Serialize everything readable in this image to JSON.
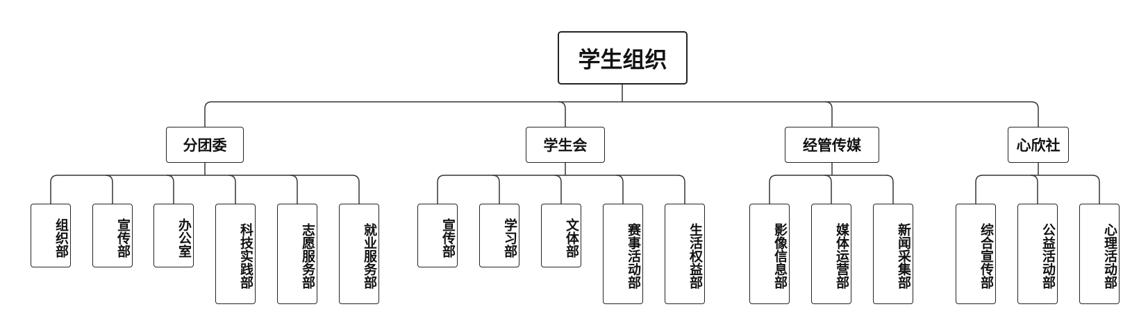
{
  "root": {
    "label": "学生组织"
  },
  "branches": [
    {
      "label": "分团委",
      "children": [
        "组织部",
        "宣传部",
        "办公室",
        "科技实践部",
        "志愿服务部",
        "就业服务部"
      ]
    },
    {
      "label": "学生会",
      "children": [
        "宣传部",
        "学习部",
        "文体部",
        "赛事活动部",
        "生活权益部"
      ]
    },
    {
      "label": "经管传媒",
      "children": [
        "影像信息部",
        "媒体运营部",
        "新闻采集部"
      ]
    },
    {
      "label": "心欣社",
      "children": [
        "综合宣传部",
        "公益活动部",
        "心理活动部"
      ]
    }
  ]
}
